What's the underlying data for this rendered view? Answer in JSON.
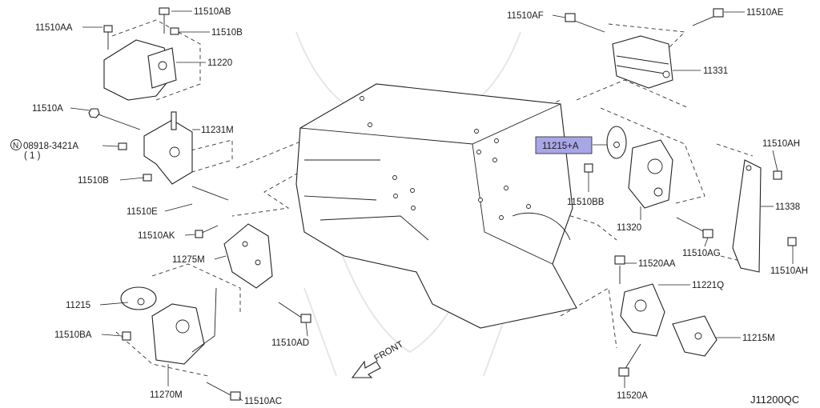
{
  "diagram": {
    "reference_code": "J11200QC",
    "front_arrow_label": "FRONT",
    "highlight_color": "#a9a6e6",
    "callouts": {
      "c_11510AA": "11510AA",
      "c_11510AB": "11510AB",
      "c_11510B_top": "11510B",
      "c_11220": "11220",
      "c_11510A": "11510A",
      "c_11231M": "11231M",
      "c_08918": "08918-3421A",
      "c_08918_qty": "( 1 )",
      "c_08918_symbol": "N",
      "c_11510B_low": "11510B",
      "c_11510E": "11510E",
      "c_11510AK": "11510AK",
      "c_11275M": "11275M",
      "c_11215": "11215",
      "c_11510BA": "11510BA",
      "c_11270M": "11270M",
      "c_11510AC": "11510AC",
      "c_11510AD": "11510AD",
      "c_11510AF": "11510AF",
      "c_11510AE": "11510AE",
      "c_11331": "11331",
      "c_11215A": "11215+A",
      "c_11510BB": "11510BB",
      "c_11320": "11320",
      "c_11510AH_top": "11510AH",
      "c_11338": "11338",
      "c_11510AG": "11510AG",
      "c_11510AH_low": "11510AH",
      "c_11520AA": "11520AA",
      "c_11221Q": "11221Q",
      "c_11215M": "11215M",
      "c_11520A": "11520A"
    }
  }
}
